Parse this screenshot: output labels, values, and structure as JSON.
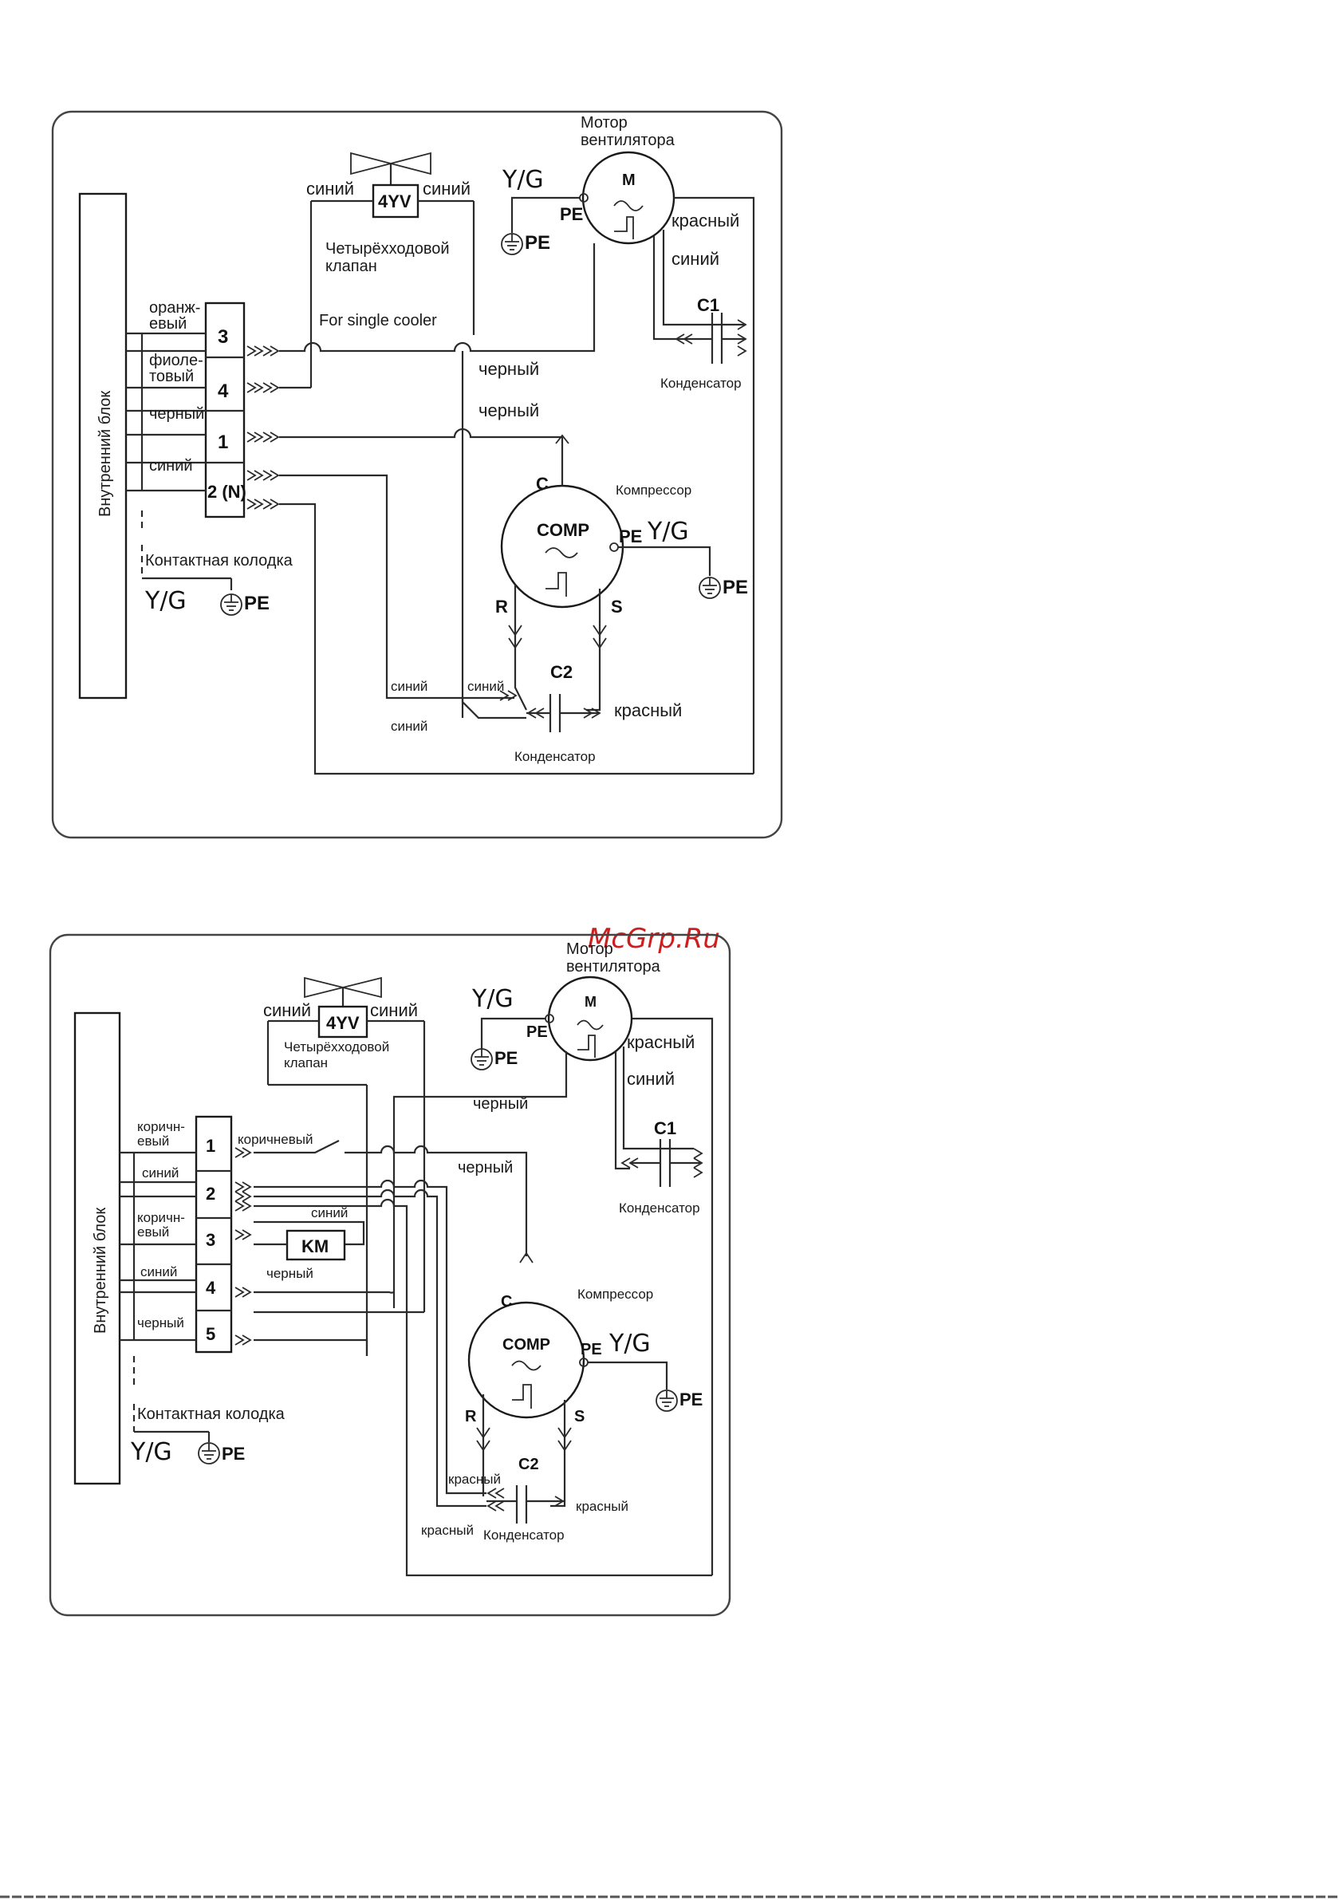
{
  "watermark": "McGrp.Ru",
  "d1": {
    "indoor": "Внутренний блок",
    "motor_title_1": "Мотор",
    "motor_title_2": "вентилятора",
    "motor_letter": "M",
    "valve_box": "4YV",
    "valve_left": "синий",
    "valve_right": "синий",
    "valve_title_1": "Четырёхходовой",
    "valve_title_2": "клапан",
    "single_cooler": "For single cooler",
    "yg_top": "Y/G",
    "pe_top": "PE",
    "pe_gnd_top": "PE",
    "motor_red": "красный",
    "motor_blue": "синий",
    "c1": "C1",
    "cond1": "Конденсатор",
    "black1": "черный",
    "black2": "черный",
    "t3": "3",
    "t4": "4",
    "t1": "1",
    "t2": "2 (N)",
    "w_orange_1": "оранж-",
    "w_orange_2": "евый",
    "w_violet_1": "фиоле-",
    "w_violet_2": "товый",
    "w_black": "черный",
    "w_blue": "синий",
    "terminal_block": "Контактная колодка",
    "yg_left": "Y/G",
    "pe_left": "PE",
    "comp_c": "C",
    "comp_title": "Компрессор",
    "comp_name": "COMP",
    "comp_pe": "PE",
    "comp_yg": "Y/G",
    "comp_gnd": "PE",
    "comp_r": "R",
    "comp_s": "S",
    "c2": "C2",
    "c2_red": "красный",
    "c2_blue_a": "синий",
    "c2_blue_b": "синий",
    "c2_blue_c": "синий",
    "cond2": "Конденсатор"
  },
  "d2": {
    "indoor": "Внутренний блок",
    "motor_title_1": "Мотор",
    "motor_title_2": "вентилятора",
    "motor_letter": "M",
    "valve_box": "4YV",
    "valve_left": "синий",
    "valve_right": "синий",
    "valve_title_1": "Четырёхходовой",
    "valve_title_2": "клапан",
    "yg_top": "Y/G",
    "pe_top": "PE",
    "pe_gnd_top": "PE",
    "motor_black": "черный",
    "motor_red": "красный",
    "motor_blue": "синий",
    "c1": "C1",
    "cond1": "Конденсатор",
    "brown_wire": "коричневый",
    "black_wire": "черный",
    "blue_km": "синий",
    "black_km": "черный",
    "km": "KM",
    "t1": "1",
    "t2": "2",
    "t3": "3",
    "t4": "4",
    "t5": "5",
    "w_brown1_1": "коричн-",
    "w_brown1_2": "евый",
    "w_blue1": "синий",
    "w_brown2_1": "коричн-",
    "w_brown2_2": "евый",
    "w_blue2": "синий",
    "w_black": "черный",
    "terminal_block": "Контактная колодка",
    "yg_left": "Y/G",
    "pe_left": "PE",
    "comp_c": "C",
    "comp_title": "Компрессор",
    "comp_name": "COMP",
    "comp_pe": "PE",
    "comp_yg": "Y/G",
    "comp_gnd": "PE",
    "comp_r": "R",
    "comp_s": "S",
    "c2": "C2",
    "c2_red_a": "красный",
    "c2_red_b": "красный",
    "c2_red_c": "красный",
    "cond2": "Конденсатор"
  }
}
